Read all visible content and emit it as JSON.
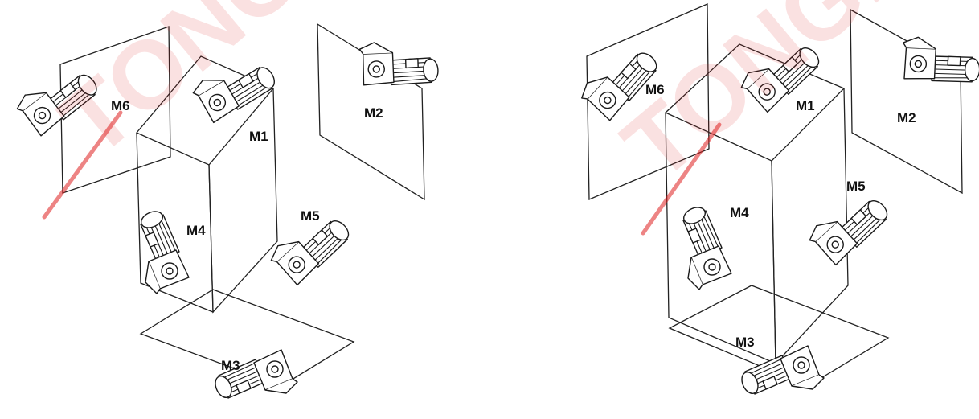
{
  "figure": {
    "left_diagram": {
      "positions": [
        "M1",
        "M2",
        "M3",
        "M4",
        "M5",
        "M6"
      ]
    },
    "right_diagram": {
      "positions": [
        "M1",
        "M2",
        "M3",
        "M4",
        "M5",
        "M6"
      ]
    },
    "watermark": {
      "text": "TONGLI",
      "color": "#e02020"
    },
    "icons": {
      "gearmotor": "gearmotor-icon",
      "plane": "mounting-plane"
    }
  }
}
